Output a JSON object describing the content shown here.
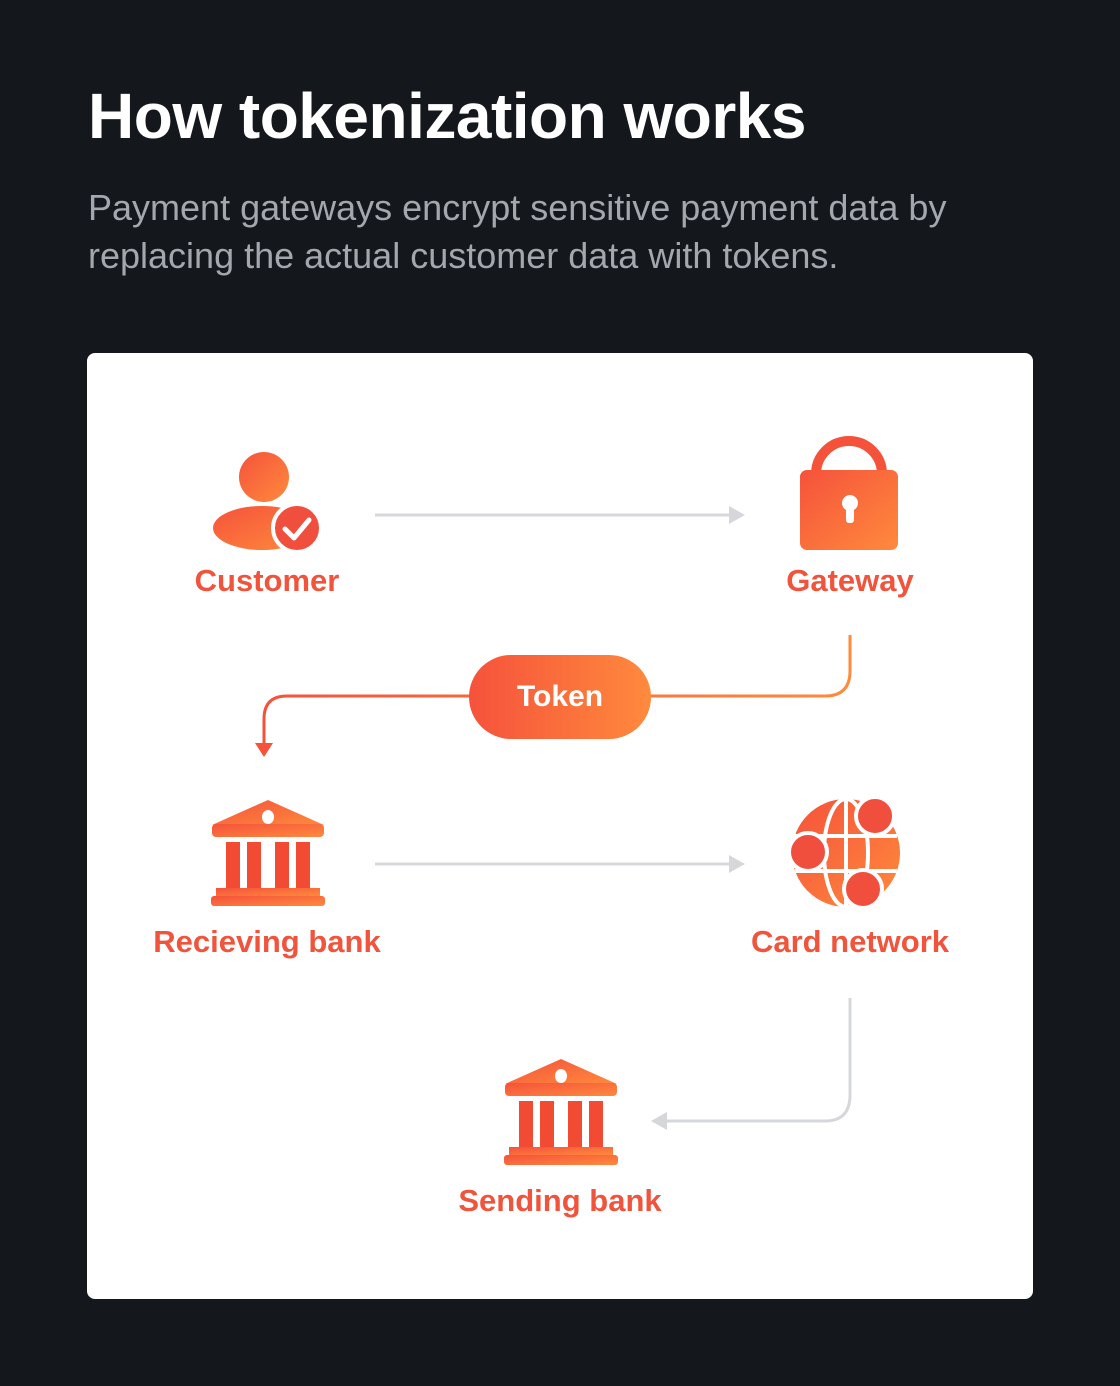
{
  "header": {
    "title": "How tokenization works",
    "subtitle": "Payment gateways encrypt sensitive payment data by replacing the actual customer data with tokens."
  },
  "diagram": {
    "nodes": {
      "customer": {
        "label": "Customer",
        "icon": "customer-check-icon"
      },
      "gateway": {
        "label": "Gateway",
        "icon": "padlock-icon"
      },
      "receiving_bank": {
        "label": "Recieving bank",
        "icon": "bank-icon"
      },
      "card_network": {
        "label": "Card network",
        "icon": "globe-network-icon"
      },
      "sending_bank": {
        "label": "Sending bank",
        "icon": "bank-icon"
      }
    },
    "token": {
      "label": "Token"
    },
    "flow": [
      {
        "from": "Customer",
        "to": "Gateway"
      },
      {
        "from": "Gateway",
        "to": "Recieving bank",
        "via": "Token"
      },
      {
        "from": "Recieving bank",
        "to": "Card network"
      },
      {
        "from": "Card network",
        "to": "Sending bank"
      }
    ]
  },
  "colors": {
    "background": "#14171c",
    "card": "#ffffff",
    "accent_start": "#f5523b",
    "accent_end": "#ff8a3d",
    "label": "#f0543c",
    "connector": "#d6d7da"
  }
}
